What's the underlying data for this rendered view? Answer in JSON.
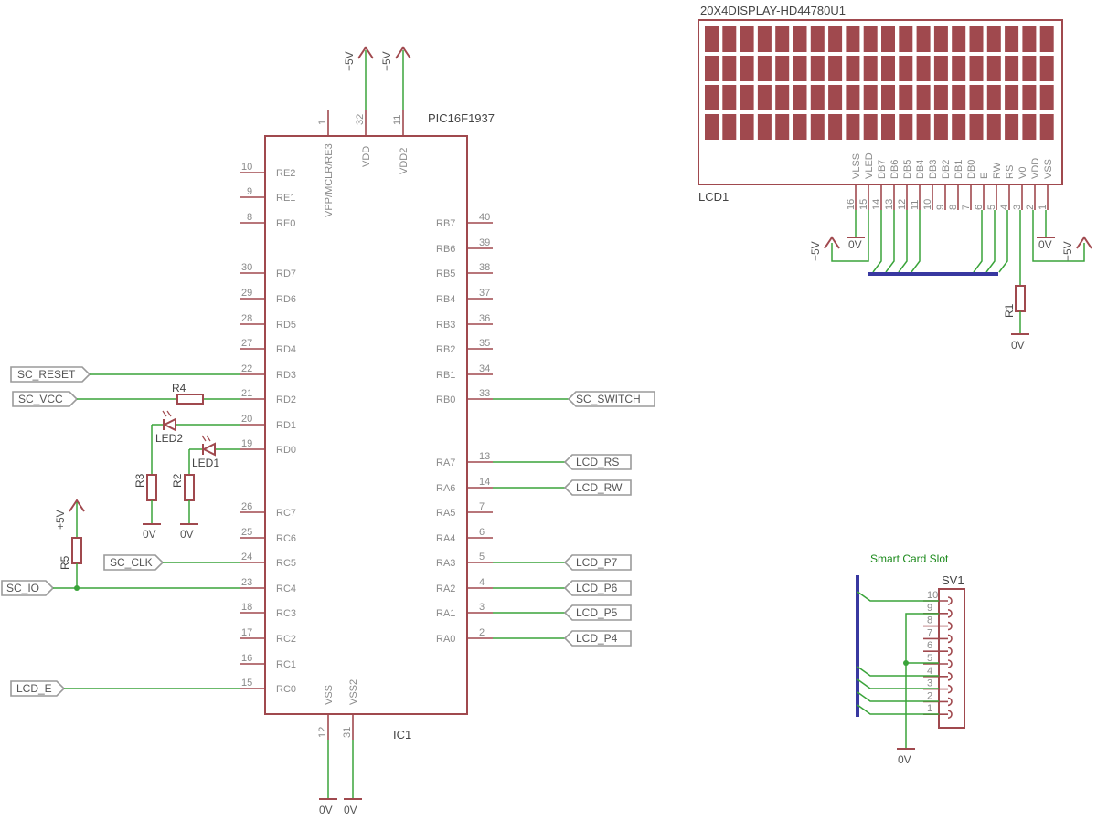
{
  "ic1": {
    "part": "PIC16F1937",
    "ref": "IC1",
    "top_pins": [
      {
        "num": "1",
        "name": "VPP/MCLR/RE3"
      },
      {
        "num": "32",
        "name": "VDD"
      },
      {
        "num": "11",
        "name": "VDD2"
      }
    ],
    "bottom_pins": [
      {
        "num": "12",
        "name": "VSS"
      },
      {
        "num": "31",
        "name": "VSS2"
      }
    ],
    "left_pins": [
      {
        "num": "10",
        "name": "RE2"
      },
      {
        "num": "9",
        "name": "RE1"
      },
      {
        "num": "8",
        "name": "RE0"
      },
      {
        "num": "30",
        "name": "RD7"
      },
      {
        "num": "29",
        "name": "RD6"
      },
      {
        "num": "28",
        "name": "RD5"
      },
      {
        "num": "27",
        "name": "RD4"
      },
      {
        "num": "22",
        "name": "RD3"
      },
      {
        "num": "21",
        "name": "RD2"
      },
      {
        "num": "20",
        "name": "RD1"
      },
      {
        "num": "19",
        "name": "RD0"
      },
      {
        "num": "26",
        "name": "RC7"
      },
      {
        "num": "25",
        "name": "RC6"
      },
      {
        "num": "24",
        "name": "RC5"
      },
      {
        "num": "23",
        "name": "RC4"
      },
      {
        "num": "18",
        "name": "RC3"
      },
      {
        "num": "17",
        "name": "RC2"
      },
      {
        "num": "16",
        "name": "RC1"
      },
      {
        "num": "15",
        "name": "RC0"
      }
    ],
    "right_pins": [
      {
        "num": "40",
        "name": "RB7"
      },
      {
        "num": "39",
        "name": "RB6"
      },
      {
        "num": "38",
        "name": "RB5"
      },
      {
        "num": "37",
        "name": "RB4"
      },
      {
        "num": "36",
        "name": "RB3"
      },
      {
        "num": "35",
        "name": "RB2"
      },
      {
        "num": "34",
        "name": "RB1"
      },
      {
        "num": "33",
        "name": "RB0"
      },
      {
        "num": "13",
        "name": "RA7"
      },
      {
        "num": "14",
        "name": "RA6"
      },
      {
        "num": "7",
        "name": "RA5"
      },
      {
        "num": "6",
        "name": "RA4"
      },
      {
        "num": "5",
        "name": "RA3"
      },
      {
        "num": "4",
        "name": "RA2"
      },
      {
        "num": "3",
        "name": "RA1"
      },
      {
        "num": "2",
        "name": "RA0"
      }
    ]
  },
  "lcd": {
    "title": "20X4DISPLAY-HD44780U1",
    "ref": "LCD1",
    "rows": 4,
    "cols": 20,
    "pins": [
      {
        "num": "16",
        "name": "VLSS"
      },
      {
        "num": "15",
        "name": "VLED"
      },
      {
        "num": "14",
        "name": "DB7"
      },
      {
        "num": "13",
        "name": "DB6"
      },
      {
        "num": "12",
        "name": "DB5"
      },
      {
        "num": "11",
        "name": "DB4"
      },
      {
        "num": "10",
        "name": "DB3"
      },
      {
        "num": "9",
        "name": "DB2"
      },
      {
        "num": "8",
        "name": "DB1"
      },
      {
        "num": "7",
        "name": "DB0"
      },
      {
        "num": "6",
        "name": "E"
      },
      {
        "num": "5",
        "name": "RW"
      },
      {
        "num": "4",
        "name": "RS"
      },
      {
        "num": "3",
        "name": "V0"
      },
      {
        "num": "2",
        "name": "VDD"
      },
      {
        "num": "1",
        "name": "VSS"
      }
    ]
  },
  "smartcard": {
    "title": "Smart Card Slot",
    "ref": "SV1",
    "pins": [
      "10",
      "9",
      "8",
      "7",
      "6",
      "5",
      "4",
      "3",
      "2",
      "1"
    ]
  },
  "nets": {
    "sc_reset": "SC_RESET",
    "sc_vcc": "SC_VCC",
    "sc_clk": "SC_CLK",
    "sc_io": "SC_IO",
    "lcd_e": "LCD_E",
    "sc_switch": "SC_SWITCH",
    "lcd_rs": "LCD_RS",
    "lcd_rw": "LCD_RW",
    "lcd_p7": "LCD_P7",
    "lcd_p6": "LCD_P6",
    "lcd_p5": "LCD_P5",
    "lcd_p4": "LCD_P4"
  },
  "components": {
    "r1": "R1",
    "r2": "R2",
    "r3": "R3",
    "r4": "R4",
    "r5": "R5",
    "led1": "LED1",
    "led2": "LED2"
  },
  "power": {
    "vcc": "+5V",
    "gnd": "0V"
  },
  "colors": {
    "part": "#a0494e",
    "wire": "#3aa43a",
    "bus": "#3838a0",
    "pin_text": "#8a8a8a"
  }
}
